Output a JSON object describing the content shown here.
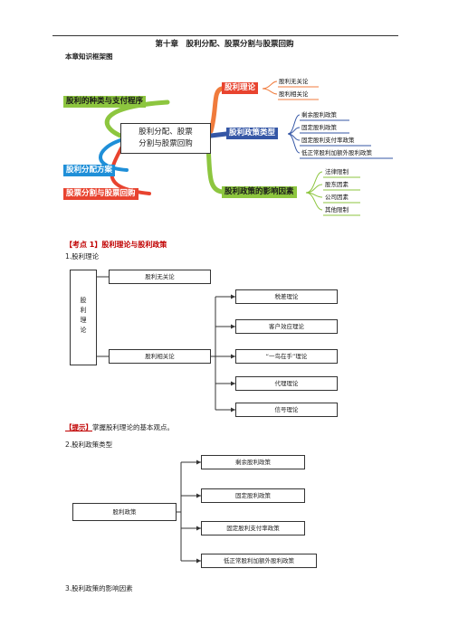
{
  "header": {
    "title": "第十章　股利分配、股票分割与股票回购",
    "framework_label": "本章知识框架图"
  },
  "mindmap": {
    "center": [
      "股利分配、股票",
      "分割与股票回购"
    ],
    "left_nodes": [
      "股利的种类与支付程序",
      "股利分配方案",
      "股票分割与股票回购"
    ],
    "right_nodes": {
      "theory": {
        "label": "股利理论",
        "leaves": [
          "股利无关论",
          "股利相关论"
        ]
      },
      "policy_types": {
        "label": "股利政策类型",
        "leaves": [
          "剩余股利政策",
          "固定股利政策",
          "固定股利支付率政策",
          "低正常股利加额外股利政策"
        ]
      },
      "factors": {
        "label": "股利政策的影响因素",
        "leaves": [
          "法律限制",
          "股东因素",
          "公司因素",
          "其他限制"
        ]
      }
    },
    "colors": {
      "green": "#8dc63f",
      "blue": "#1f8fd8",
      "red": "#e8432f",
      "orange": "#f07b3c",
      "navy": "#3557a6"
    }
  },
  "section1": {
    "kaodian": "【考点 1】股利理论与股利政策",
    "heading": "1.股利理论",
    "diagram": {
      "root": [
        "股",
        "利",
        "理",
        "论"
      ],
      "irrelevant": "股利无关论",
      "relevant": "股利相关论",
      "children": [
        "税差理论",
        "客户效应理论",
        "“一鸟在手”理论",
        "代理理论",
        "信号理论"
      ]
    }
  },
  "tip": {
    "tag": "【提示】",
    "text": "掌握股利理论的基本观点。"
  },
  "section2": {
    "heading": "2.股利政策类型",
    "diagram": {
      "root": "股利政策",
      "children": [
        "剩余股利政策",
        "固定股利政策",
        "固定股利支付率政策",
        "低正常股利加额外股利政策"
      ]
    }
  },
  "section3": {
    "heading": "3.股利政策的影响因素"
  }
}
